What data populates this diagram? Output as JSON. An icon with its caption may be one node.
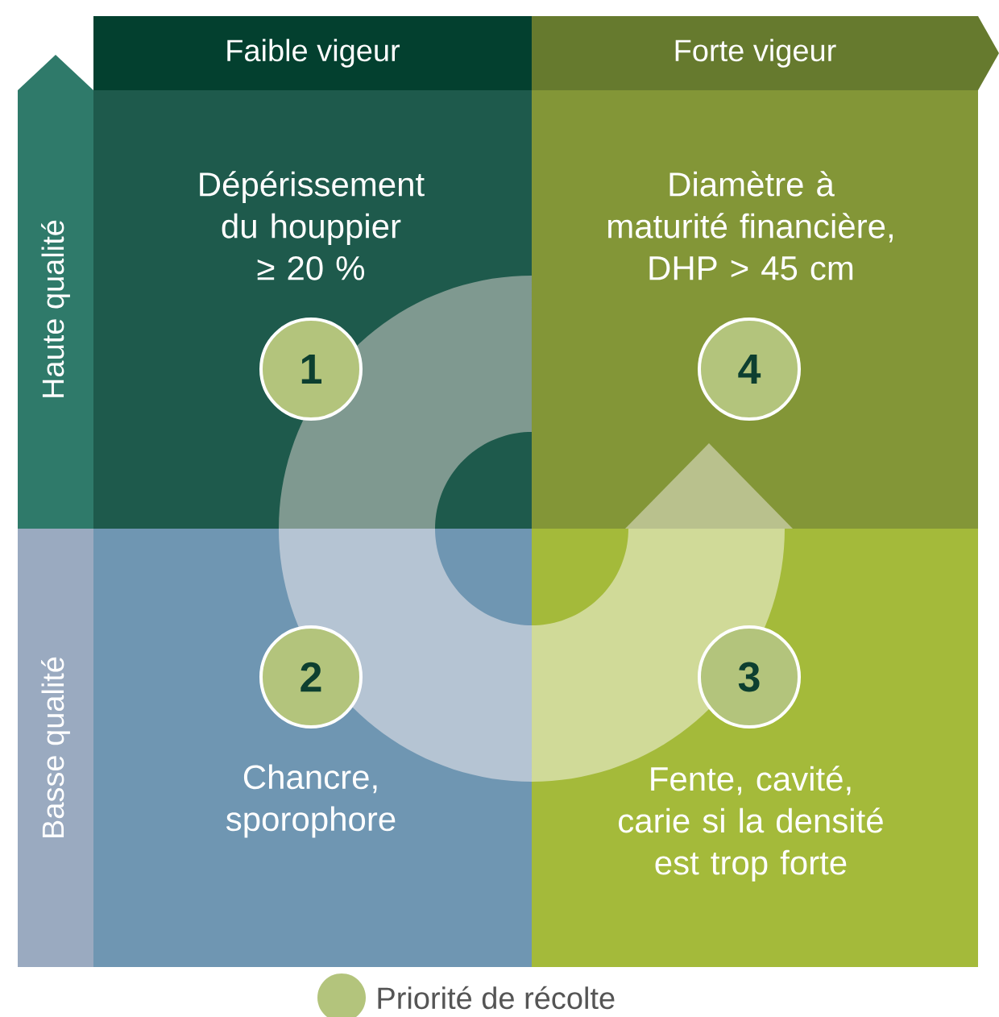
{
  "diagram": {
    "nodes": [
      {
        "text": [
          "Faible vigeur"
        ]
      },
      {
        "text": [
          "Forte vigeur"
        ]
      },
      {
        "text": [
          "Haute qualité"
        ]
      },
      {
        "text": [
          "Basse qualité"
        ]
      },
      {
        "text": [
          "Dépérissement du houppier ≥ 20 %"
        ]
      },
      {
        "text": [
          "1"
        ],
        "in": 4
      },
      {
        "text": [
          "Diamètre à maturité financière, DHP > 45 cm"
        ]
      },
      {
        "text": [
          "4"
        ],
        "in": 6
      },
      {
        "text": [
          "Chancre, sporophore"
        ]
      },
      {
        "text": [
          "2"
        ],
        "in": 8
      },
      {
        "text": [
          "Fente, cavité, carie si la densité est trop forte"
        ]
      },
      {
        "text": [
          "3"
        ],
        "in": 10
      }
    ],
    "legend": [
      {
        "text": "Priorité de récolte",
        "color": "#b3c47c"
      }
    ]
  }
}
